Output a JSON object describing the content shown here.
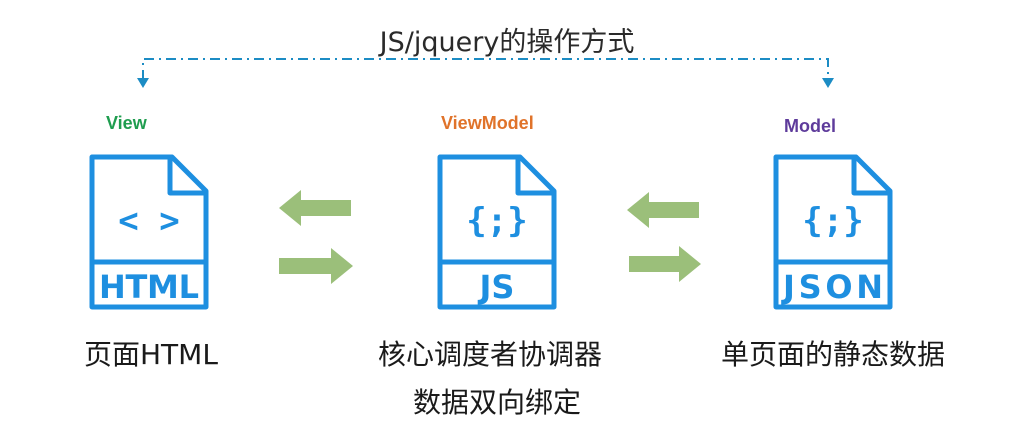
{
  "diagram": {
    "top_label": "JS/jquery的操作方式",
    "roles": {
      "view": {
        "label": "View",
        "color": "#1f9d4f"
      },
      "viewmodel": {
        "label": "ViewModel",
        "color": "#e0732a"
      },
      "model": {
        "label": "Model",
        "color": "#5e3b9b"
      }
    },
    "files": {
      "html": {
        "ext": "HTML",
        "glyph": "< >"
      },
      "js": {
        "ext": "JS",
        "glyph": "{;}"
      },
      "json": {
        "ext": "JSON",
        "glyph": "{;}"
      }
    },
    "captions": {
      "view": "页面HTML",
      "viewmodel_line1": "核心调度者协调器",
      "viewmodel_line2": "数据双向绑定",
      "model": "单页面的静态数据"
    },
    "colors": {
      "file_blue": "#1e8fe0",
      "arrow_green": "#9bbf7a",
      "dash_teal": "#1c8cc4"
    }
  }
}
